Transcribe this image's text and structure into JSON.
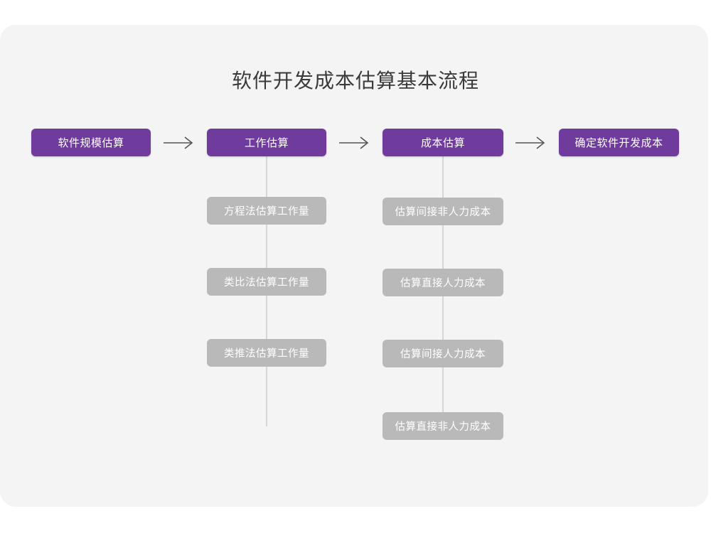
{
  "page": {
    "title": "软件开发成本估算基本流程",
    "card_background": "#f4f4f5",
    "page_background": "#ffffff"
  },
  "theme": {
    "primary_color": "#6f3c9e",
    "secondary_color": "#b9b9b9",
    "connector_color": "#d6d6d6",
    "arrow_color": "#555555",
    "title_color": "#3a3a3a",
    "node_text_color": "#ffffff"
  },
  "flow": {
    "arrow_icon": "right-arrow-icon",
    "stages": [
      {
        "label": "软件规模估算",
        "substeps": []
      },
      {
        "label": "工作估算",
        "substeps": [
          "方程法估算工作量",
          "类比法估算工作量",
          "类推法估算工作量"
        ]
      },
      {
        "label": "成本估算",
        "substeps": [
          "估算间接非人力成本",
          "估算直接人力成本",
          "估算间接人力成本",
          "估算直接非人力成本"
        ]
      },
      {
        "label": "确定软件开发成本",
        "substeps": []
      }
    ]
  }
}
